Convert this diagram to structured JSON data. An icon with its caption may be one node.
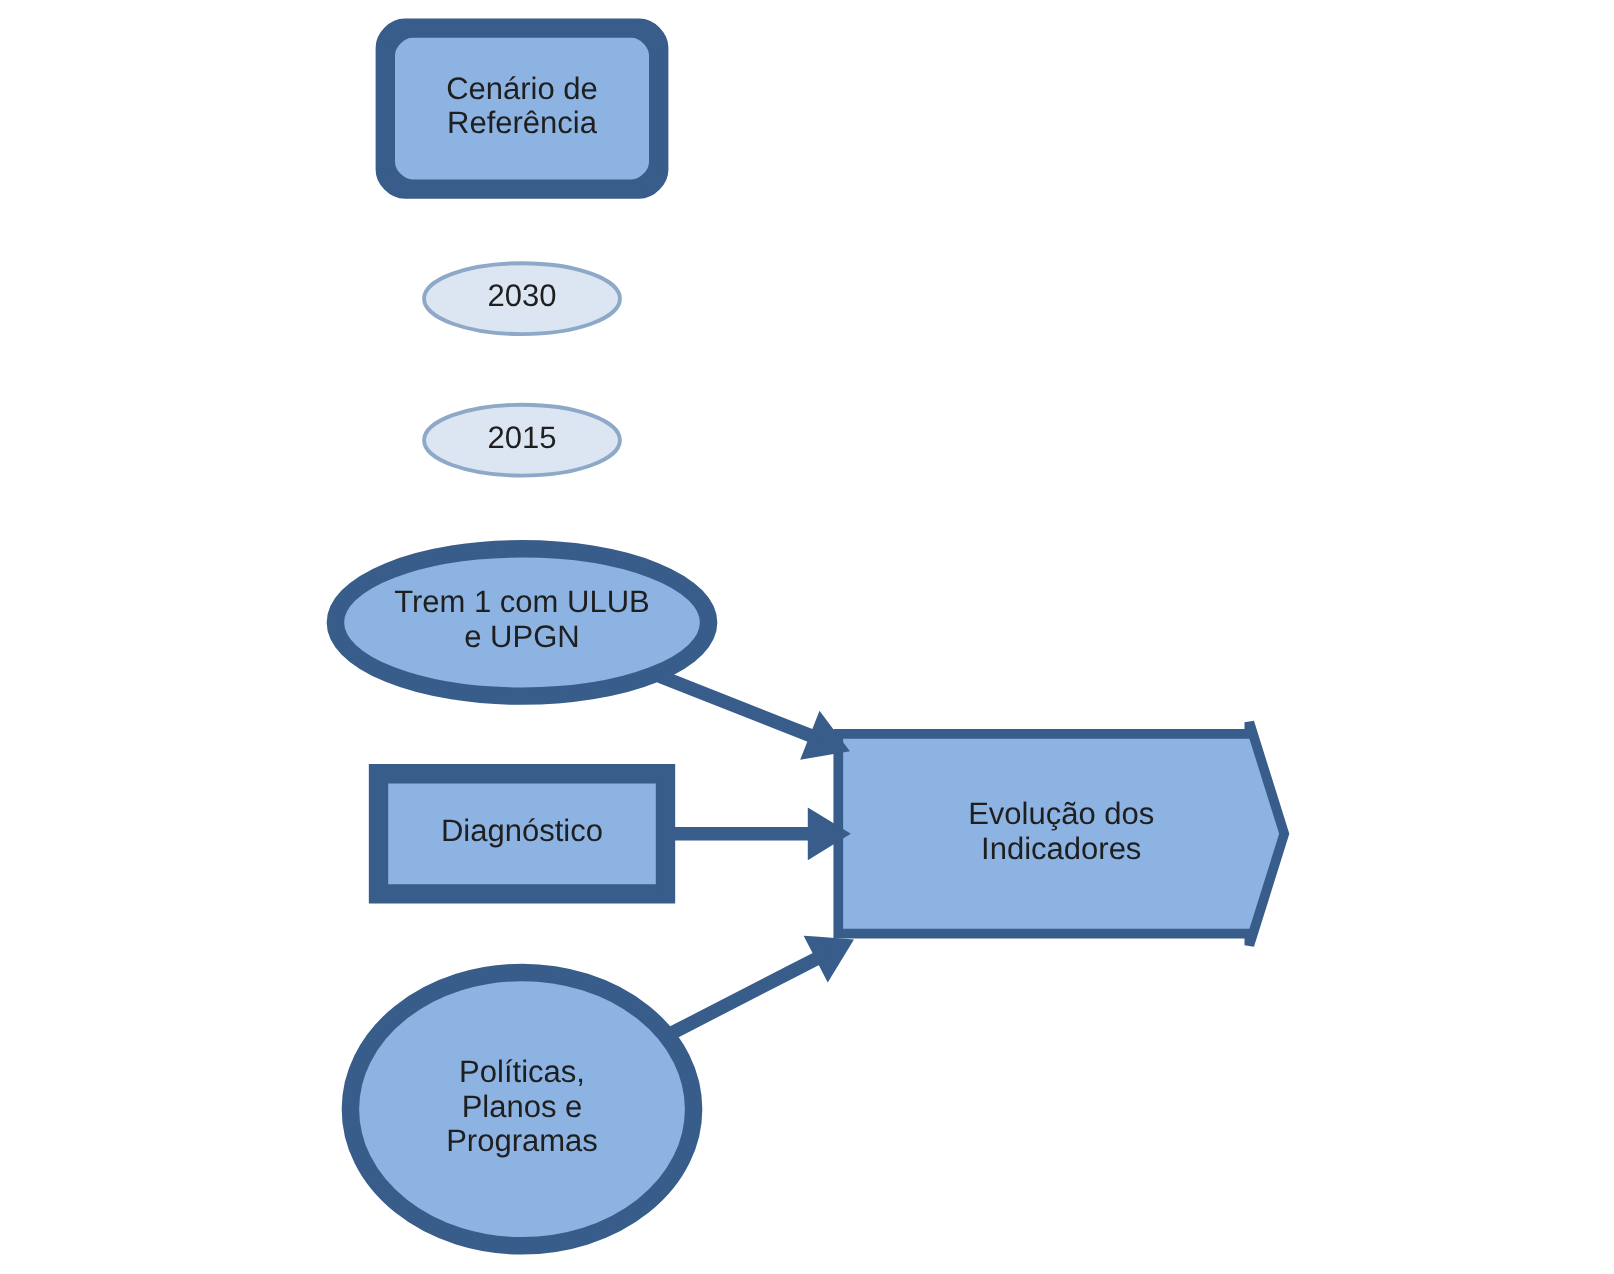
{
  "diagram": {
    "nodes": [
      {
        "text": [
          "Trem 1 com ULUB e UPGN"
        ]
      },
      {
        "text": [
          "2015"
        ]
      },
      {
        "text": [
          "2030"
        ]
      },
      {
        "text": [
          "Diagnóstico"
        ]
      },
      {
        "text": [
          "Evolução dos Indicadores"
        ]
      },
      {
        "text": [
          "Cenário de Referência"
        ]
      },
      {
        "text": [
          "Políticas, Planos e Programas"
        ]
      }
    ],
    "edges": [
      {
        "from": 3,
        "to": 4,
        "arrow": "to"
      },
      {
        "from": 0,
        "to": 4,
        "arrow": "to"
      },
      {
        "from": 6,
        "to": 4,
        "arrow": "to"
      }
    ]
  }
}
